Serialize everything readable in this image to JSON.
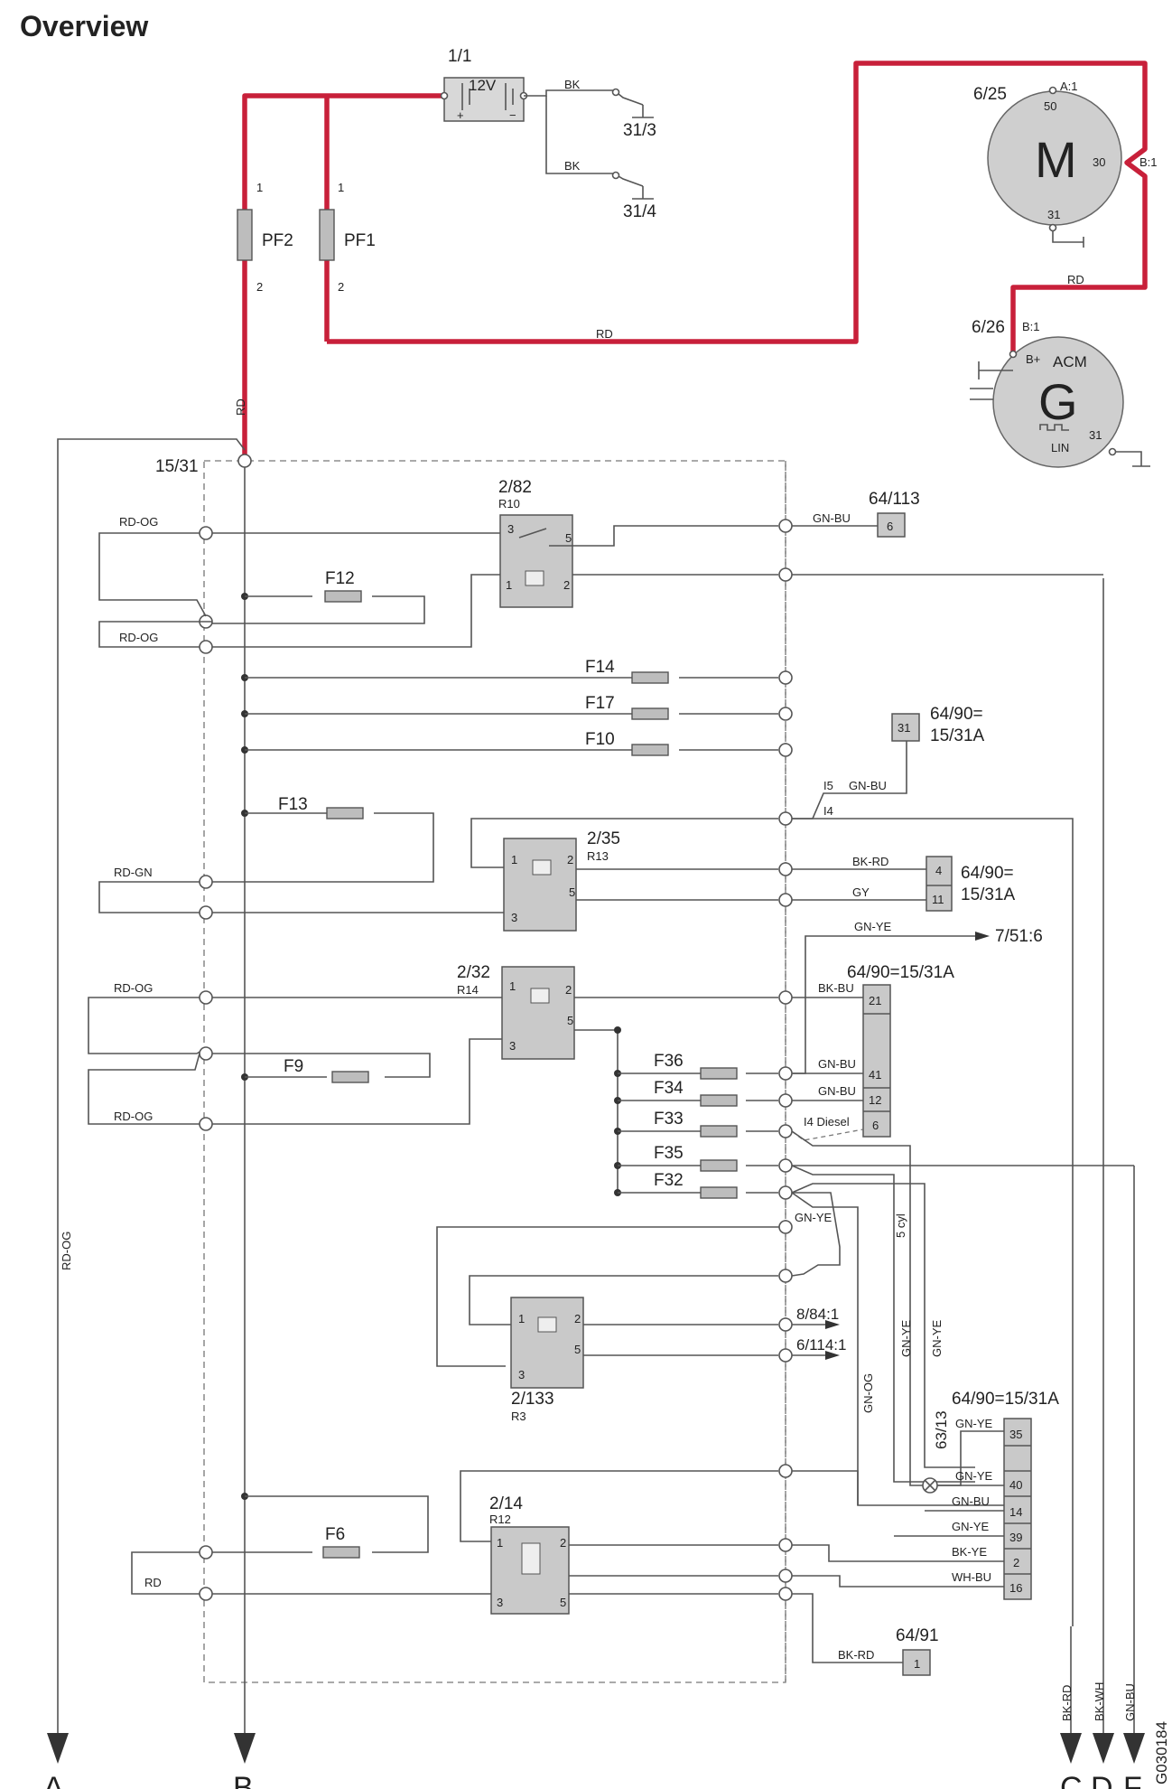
{
  "title": "Overview",
  "figure_id": "G030184",
  "battery": {
    "ref": "1/1",
    "label": "12V",
    "plus": "+",
    "minus": "−"
  },
  "grounds": {
    "g1": "31/3",
    "g2": "31/4",
    "wire": "BK"
  },
  "fuses_power": {
    "pf2": "PF2",
    "pf1": "PF1",
    "pin1": "1",
    "pin2": "2"
  },
  "wires": {
    "rd": "RD",
    "rd_og": "RD-OG",
    "rd_gn": "RD-GN",
    "gn_bu": "GN-BU",
    "bk_rd": "BK-RD",
    "gy": "GY",
    "gn_ye": "GN-YE",
    "bk_bu": "BK-BU",
    "gn_og": "GN-OG",
    "bk_ye": "BK-YE",
    "wh_bu": "WH-BU",
    "bk_wh": "BK-WH"
  },
  "starter": {
    "ref": "6/25",
    "symbol": "M",
    "pin_a": "A:1",
    "pin50": "50",
    "pin30": "30",
    "pin31": "31",
    "pin_b": "B:1"
  },
  "alternator": {
    "ref": "6/26",
    "symbol": "G",
    "acm": "ACM",
    "bplus": "B+",
    "lin": "LIN",
    "pin31": "31",
    "pin_b": "B:1"
  },
  "node": "15/31",
  "relays": {
    "r10": {
      "ref": "2/82",
      "name": "R10"
    },
    "r13": {
      "ref": "2/35",
      "name": "R13"
    },
    "r14": {
      "ref": "2/32",
      "name": "R14"
    },
    "r3": {
      "ref": "2/133",
      "name": "R3"
    },
    "r12": {
      "ref": "2/14",
      "name": "R12"
    }
  },
  "relay_pins": {
    "p1": "1",
    "p2": "2",
    "p3": "3",
    "p5": "5"
  },
  "fuses": {
    "f12": "F12",
    "f14": "F14",
    "f17": "F17",
    "f10": "F10",
    "f13": "F13",
    "f9": "F9",
    "f36": "F36",
    "f34": "F34",
    "f33": "F33",
    "f35": "F35",
    "f32": "F32",
    "f6": "F6"
  },
  "connectors": {
    "c64_113": "64/113",
    "c64_90": "64/90=",
    "c15_31a": "15/31A",
    "c64_90_full": "64/90=15/31A",
    "c64_91": "64/91",
    "c63_13": "63/13"
  },
  "pins": {
    "p6": "6",
    "p31": "31",
    "p4": "4",
    "p11": "11",
    "p21": "21",
    "p41": "41",
    "p12": "12",
    "p35": "35",
    "p40": "40",
    "p14": "14",
    "p39": "39",
    "p2": "2",
    "p16": "16",
    "p1": "1"
  },
  "notes": {
    "i5": "I5",
    "i4": "I4",
    "i4_diesel": "I4 Diesel",
    "cyl5": "5 cyl",
    "ref751": "7/51:6",
    "ref884": "8/84:1",
    "ref6114": "6/114:1"
  },
  "outputs": {
    "a": "A",
    "b": "B",
    "c": "C",
    "d": "D",
    "f": "F"
  }
}
